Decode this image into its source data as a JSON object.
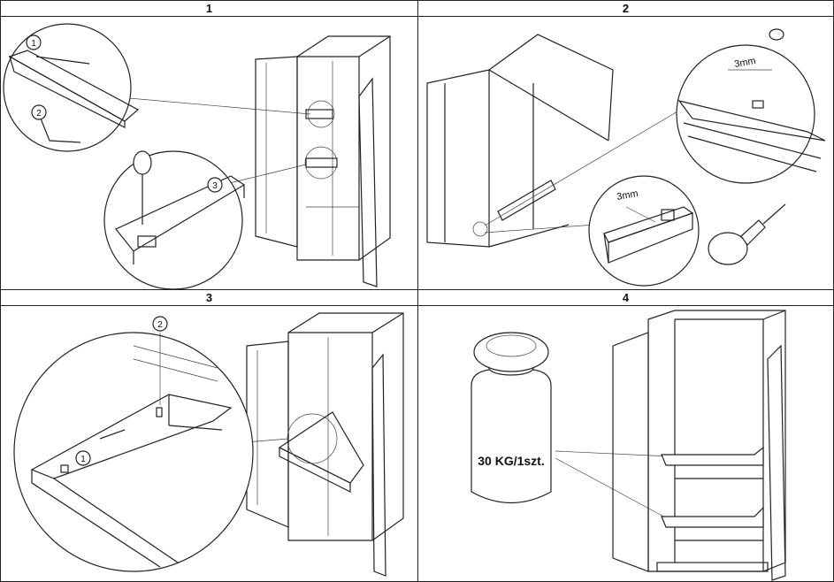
{
  "steps": [
    {
      "number": "1",
      "callouts": [
        "1",
        "2",
        "3"
      ]
    },
    {
      "number": "2",
      "measurements": [
        "3mm",
        "3mm"
      ]
    },
    {
      "number": "3",
      "callouts": [
        "1",
        "2"
      ]
    },
    {
      "number": "4",
      "load_label": "30 KG/1szt."
    }
  ]
}
